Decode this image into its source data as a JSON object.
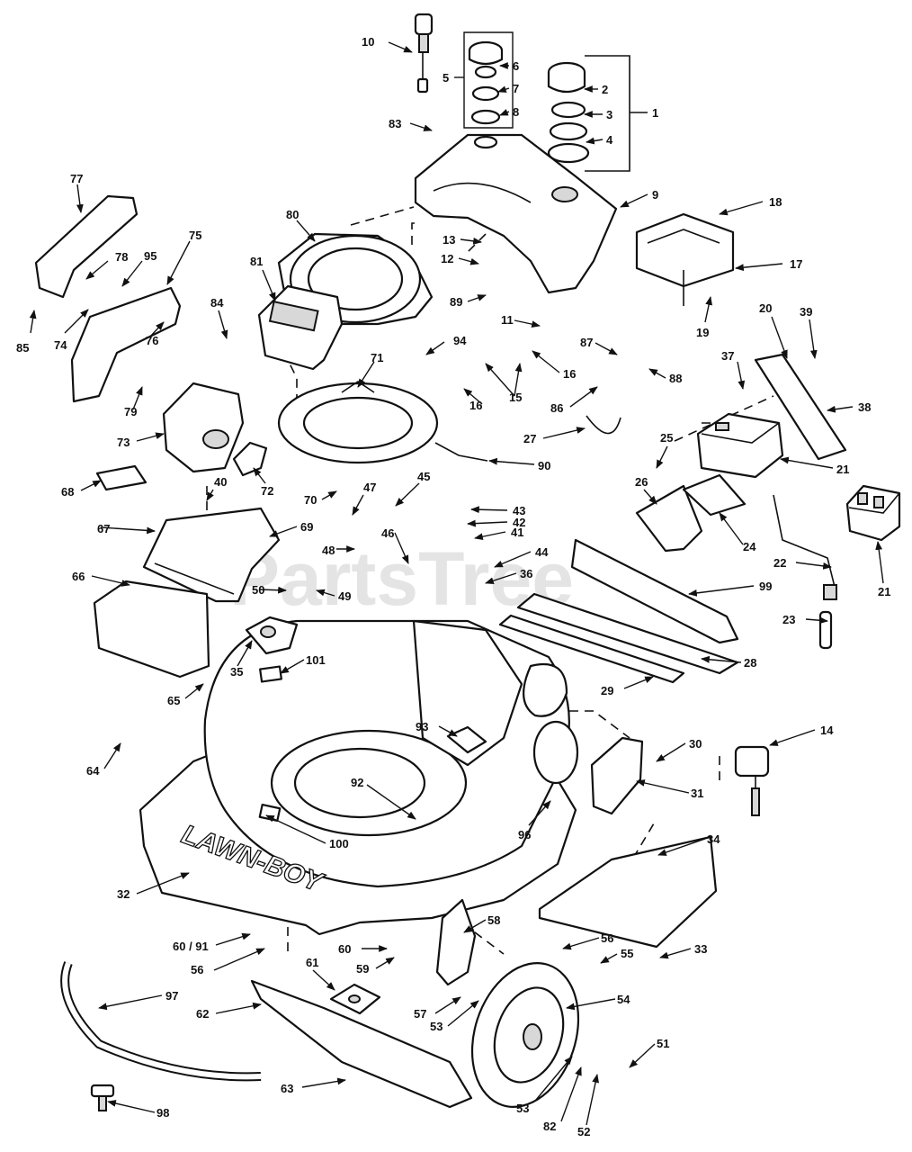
{
  "watermark": "PartsTree",
  "watermark_tm": "™",
  "brand_text": "LAWN-BOY",
  "callouts": [
    {
      "id": "c10",
      "label": "10"
    },
    {
      "id": "c5",
      "label": "5"
    },
    {
      "id": "c6",
      "label": "6"
    },
    {
      "id": "c7",
      "label": "7"
    },
    {
      "id": "c8",
      "label": "8"
    },
    {
      "id": "c2",
      "label": "2"
    },
    {
      "id": "c3",
      "label": "3"
    },
    {
      "id": "c4",
      "label": "4"
    },
    {
      "id": "c1",
      "label": "1"
    },
    {
      "id": "c83",
      "label": "83"
    },
    {
      "id": "c9",
      "label": "9"
    },
    {
      "id": "c18",
      "label": "18"
    },
    {
      "id": "c77",
      "label": "77"
    },
    {
      "id": "c80",
      "label": "80"
    },
    {
      "id": "c13",
      "label": "13"
    },
    {
      "id": "c12",
      "label": "12"
    },
    {
      "id": "c17",
      "label": "17"
    },
    {
      "id": "c75",
      "label": "75"
    },
    {
      "id": "c78",
      "label": "78"
    },
    {
      "id": "c95",
      "label": "95"
    },
    {
      "id": "c81",
      "label": "81"
    },
    {
      "id": "c89",
      "label": "89"
    },
    {
      "id": "c84",
      "label": "84"
    },
    {
      "id": "c11",
      "label": "11"
    },
    {
      "id": "c20",
      "label": "20"
    },
    {
      "id": "c39",
      "label": "39"
    },
    {
      "id": "c19",
      "label": "19"
    },
    {
      "id": "c85",
      "label": "85"
    },
    {
      "id": "c74",
      "label": "74"
    },
    {
      "id": "c76",
      "label": "76"
    },
    {
      "id": "c94",
      "label": "94"
    },
    {
      "id": "c87",
      "label": "87"
    },
    {
      "id": "c37",
      "label": "37"
    },
    {
      "id": "c71",
      "label": "71"
    },
    {
      "id": "c16a",
      "label": "16"
    },
    {
      "id": "c88",
      "label": "88"
    },
    {
      "id": "c79",
      "label": "79"
    },
    {
      "id": "c15",
      "label": "15"
    },
    {
      "id": "c16b",
      "label": "16"
    },
    {
      "id": "c86",
      "label": "86"
    },
    {
      "id": "c38",
      "label": "38"
    },
    {
      "id": "c73",
      "label": "73"
    },
    {
      "id": "c27",
      "label": "27"
    },
    {
      "id": "c25",
      "label": "25"
    },
    {
      "id": "c21a",
      "label": "21"
    },
    {
      "id": "c72",
      "label": "72"
    },
    {
      "id": "c90",
      "label": "90"
    },
    {
      "id": "c68",
      "label": "68"
    },
    {
      "id": "c40",
      "label": "40"
    },
    {
      "id": "c45",
      "label": "45"
    },
    {
      "id": "c26",
      "label": "26"
    },
    {
      "id": "c70",
      "label": "70"
    },
    {
      "id": "c47",
      "label": "47"
    },
    {
      "id": "c43",
      "label": "43"
    },
    {
      "id": "c42",
      "label": "42"
    },
    {
      "id": "c69",
      "label": "69"
    },
    {
      "id": "c41",
      "label": "41"
    },
    {
      "id": "c67",
      "label": "67"
    },
    {
      "id": "c24",
      "label": "24"
    },
    {
      "id": "c48",
      "label": "48"
    },
    {
      "id": "c46",
      "label": "46"
    },
    {
      "id": "c44",
      "label": "44"
    },
    {
      "id": "c22",
      "label": "22"
    },
    {
      "id": "c21b",
      "label": "21"
    },
    {
      "id": "c66",
      "label": "66"
    },
    {
      "id": "c36",
      "label": "36"
    },
    {
      "id": "c50",
      "label": "50"
    },
    {
      "id": "c49",
      "label": "49"
    },
    {
      "id": "c99",
      "label": "99"
    },
    {
      "id": "c23",
      "label": "23"
    },
    {
      "id": "c35",
      "label": "35"
    },
    {
      "id": "c101",
      "label": "101"
    },
    {
      "id": "c28",
      "label": "28"
    },
    {
      "id": "c65",
      "label": "65"
    },
    {
      "id": "c29",
      "label": "29"
    },
    {
      "id": "c93",
      "label": "93"
    },
    {
      "id": "c14",
      "label": "14"
    },
    {
      "id": "c30",
      "label": "30"
    },
    {
      "id": "c64",
      "label": "64"
    },
    {
      "id": "c31",
      "label": "31"
    },
    {
      "id": "c92",
      "label": "92"
    },
    {
      "id": "c96",
      "label": "96"
    },
    {
      "id": "c100",
      "label": "100"
    },
    {
      "id": "c34",
      "label": "34"
    },
    {
      "id": "c32",
      "label": "32"
    },
    {
      "id": "c58",
      "label": "58"
    },
    {
      "id": "c56a",
      "label": "56"
    },
    {
      "id": "c33",
      "label": "33"
    },
    {
      "id": "c60_91",
      "label": "60 / 91"
    },
    {
      "id": "c60",
      "label": "60"
    },
    {
      "id": "c55",
      "label": "55"
    },
    {
      "id": "c56b",
      "label": "56"
    },
    {
      "id": "c59",
      "label": "59"
    },
    {
      "id": "c61",
      "label": "61"
    },
    {
      "id": "c97",
      "label": "97"
    },
    {
      "id": "c54",
      "label": "54"
    },
    {
      "id": "c57",
      "label": "57"
    },
    {
      "id": "c62",
      "label": "62"
    },
    {
      "id": "c53a",
      "label": "53"
    },
    {
      "id": "c51",
      "label": "51"
    },
    {
      "id": "c63",
      "label": "63"
    },
    {
      "id": "c53b",
      "label": "53"
    },
    {
      "id": "c98",
      "label": "98"
    },
    {
      "id": "c82",
      "label": "82"
    },
    {
      "id": "c52",
      "label": "52"
    }
  ]
}
